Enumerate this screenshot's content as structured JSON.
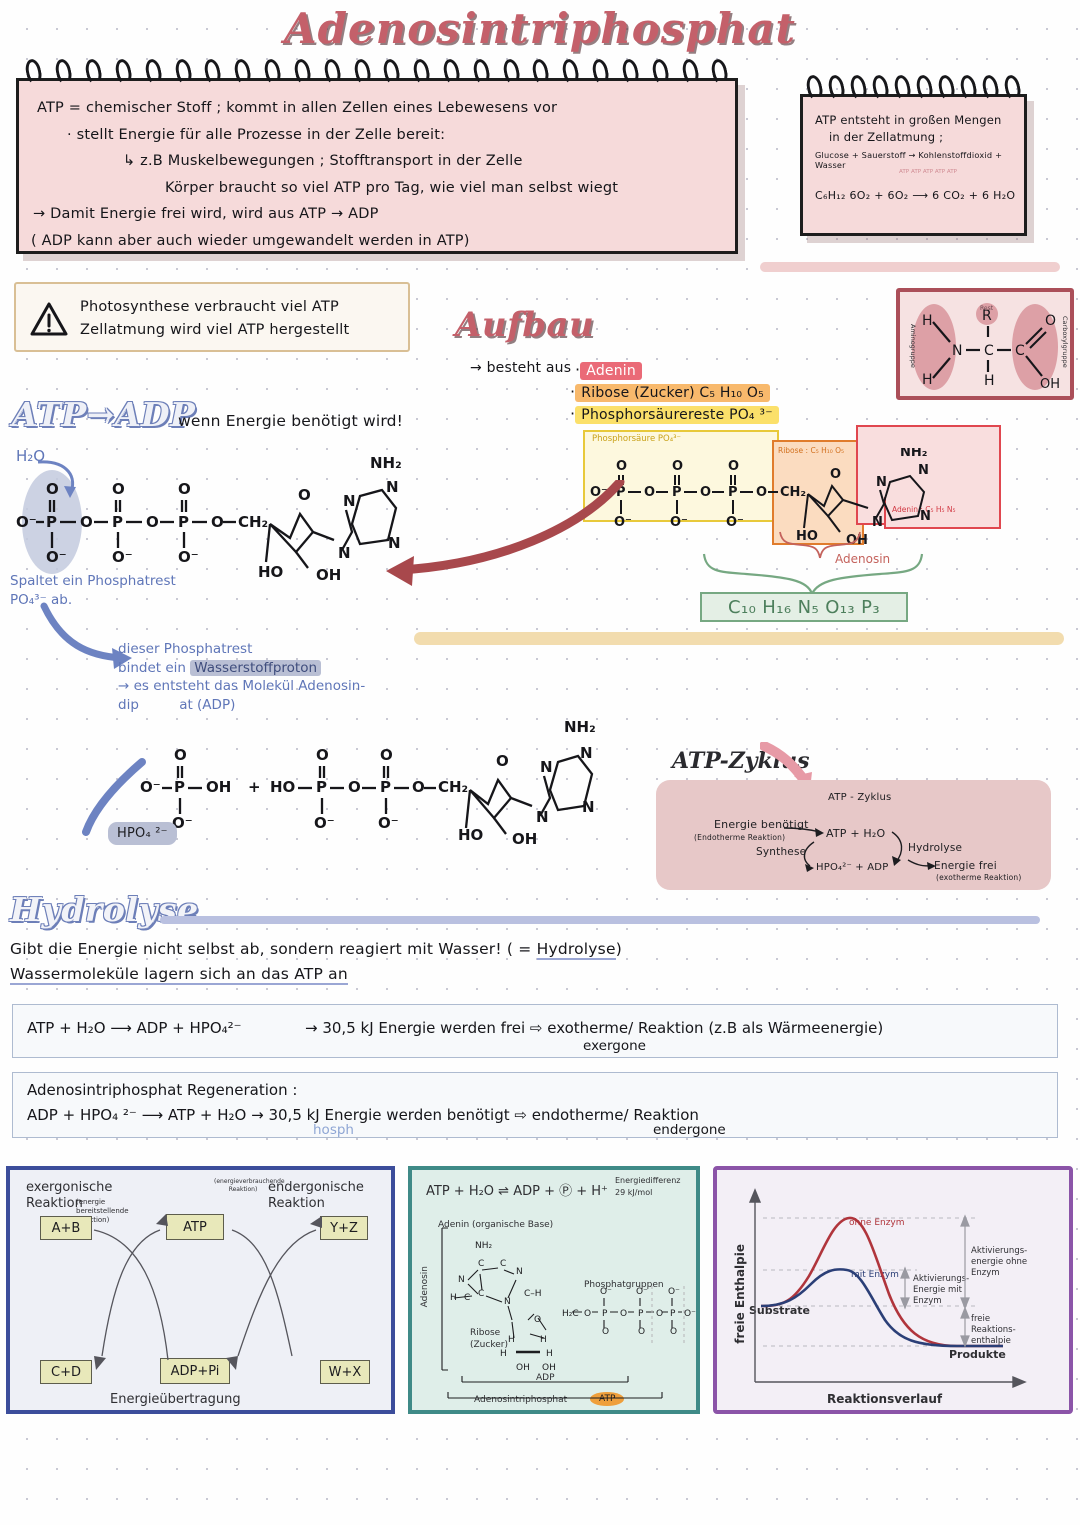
{
  "page": {
    "title": "Adenosintriphosphat"
  },
  "note_main": {
    "lines": [
      "ATP = chemischer Stoff ; kommt in allen Zellen eines  Lebewesens vor",
      "· stellt Energie für alle Prozesse in der Zelle bereit:",
      "↳ z.B  Muskelbewegungen ; Stofftransport in der Zelle",
      "Körper braucht so viel ATP pro Tag, wie viel man selbst wiegt",
      "→ Damit Energie frei wird, wird aus ATP → ADP",
      "( ADP kann aber auch wieder umgewandelt werden in ATP)"
    ]
  },
  "note_side": {
    "line1": "ATP entsteht in großen Mengen",
    "line2": "in der Zellatmung ;",
    "word_equation": "Glucose + Sauerstoff → Kohlenstoffdioxid + Wasser",
    "atp_cloud": "ATP   ATP  ATP  ATP  ATP",
    "formula": "C₆H₁₂ 6O₂ + 6O₂ ⟶ 6 CO₂ + 6 H₂O"
  },
  "warning": {
    "icon": "warning-triangle-icon",
    "line1": "Photosynthese verbraucht viel ATP",
    "line2": "Zellatmung wird viel  ATP hergestellt"
  },
  "aufbau": {
    "heading": "Aufbau",
    "intro": "→ besteht aus",
    "items": [
      {
        "label": "Adenin",
        "color": "#ea6a77"
      },
      {
        "label": "Ribose  (Zucker)  C₅ H₁₀ O₅",
        "color": "#f8b96c"
      },
      {
        "label": "Phosphorsäurereste  PO₄ ³⁻",
        "color": "#fbe06a"
      }
    ],
    "box_phosphate_label": "Phosphorsäure  PO₄³⁻",
    "box_ribose_label": "Ribose : C₅ H₁₀ O₅",
    "box_adenin_label": "Adenin : C₅ H₅ N₅",
    "adenosin_label": "Adenosin",
    "total_formula": "C₁₀ H₁₆ N₅ O₁₃ P₃"
  },
  "amino_card": {
    "left_label": "Aminogruppe",
    "right_label": "Carboxylgruppe",
    "rest_label": "Rest",
    "atoms": {
      "h_top": "H",
      "h_bottom": "H",
      "n": "N",
      "c1": "C",
      "h_mid": "H",
      "c2": "C",
      "o": "O",
      "oh": "OH",
      "r": "R"
    }
  },
  "atp_adp": {
    "heading": "ATP→ADP",
    "condition": "wenn Energie benötigt wird!",
    "h2o_label": "H₂O",
    "note1": "Spaltet ein Phosphatrest\nPO₄³⁻ ab.",
    "note2_l1": "dieser Phosphatrest",
    "note2_l2a": "bindet ein ",
    "note2_l2b": "Wasserstoffproton",
    "note2_l3": "→ es entsteht das Molekül Adenosin-",
    "note2_l4a": "dip",
    "note2_l4b": "at (ADP)",
    "hpo4_label": "HPO₄ ²⁻"
  },
  "atp_zyklus": {
    "heading": "ATP-Zyklus",
    "inner_title": "ATP - Zyklus",
    "energie_benoetigt": "Energie benötigt",
    "endotherm": "(Endotherme Reaktion)",
    "synthese": "Synthese",
    "top_node": "ATP + H₂O",
    "bottom_node": "HPO₄²⁻ + ADP",
    "hydrolyse": "Hydrolyse",
    "energie_frei": "Energie frei",
    "exotherm": "(exotherme Reaktion)"
  },
  "hydrolyse": {
    "heading": "Hydrolyse",
    "line1a": "Gibt die Energie nicht selbst ab, sondern  reagiert mit Wasser! ( = ",
    "line1b": "Hydrolyse",
    "line1c": ")",
    "line2": "Wassermoleküle lagern sich an das ATP an"
  },
  "equations": {
    "eq1": {
      "reaction": "ATP + H₂O ⟶ ADP + HPO₄²⁻",
      "result": "→  30,5 kJ Energie werden frei ⇨ exotherme/ Reaktion  (z.B als Wärmeenergie)",
      "under": "exergone"
    },
    "eq2": {
      "title": "Adenosintriphosphat Regeneration :",
      "reaction": "ADP + HPO₄ ²⁻ ⟶ ATP + H₂O  →  30,5 kJ Energie werden benötigt ⇨ endotherme/ Reaktion",
      "under_blue": "hosph",
      "under": "endergone"
    }
  },
  "fig_energy_transfer": {
    "title_left": "exergonische",
    "title_left2": "Reaktion",
    "sub_left": "(energie bereitstellende Reaktion)",
    "title_right": "endergonische",
    "title_right2": "Reaktion",
    "sub_right": "(energieverbrauchende Reaktion)",
    "nodes": {
      "tl": "A+B",
      "tc": "ATP",
      "tr": "Y+Z",
      "bl": "C+D",
      "bc": "ADP+Pi",
      "br": "W+X"
    },
    "caption": "Energieübertragung"
  },
  "fig_atp_structure": {
    "equation": "ATP + H₂O  ⇌  ADP + Ⓟ + H⁺",
    "energy_label1": "Energiedifferenz",
    "energy_label2": "29 kJ/mol",
    "adenin_label": "Adenin (organische Base)",
    "adenosin_label": "Adenosin",
    "ribose_label1": "Ribose",
    "ribose_label2": "(Zucker)",
    "phosphat_label": "Phosphatgruppen",
    "adp_label": "ADP",
    "bottom_label": "Adenosintriphosphat",
    "atp_badge": "ATP"
  },
  "fig_enzyme": {
    "ylabel": "freie Enthalpie",
    "xlabel": "Reaktionsverlauf",
    "curve_without": "ohne Enzym",
    "curve_with": "mit  Enzym",
    "substrate": "Substrate",
    "produkte": "Produkte",
    "act_without": "Aktivierungs-\nenergie ohne\nEnzym",
    "act_with": "Aktivierungs-\nEnergie mit\nEnzym",
    "free_enthalpy": "freie\nReaktions-\nenthalpie",
    "color_without": "#b0353c",
    "color_with": "#2b3f77"
  }
}
